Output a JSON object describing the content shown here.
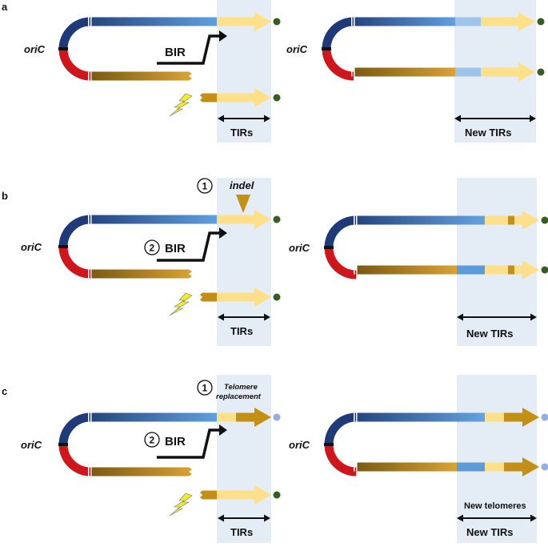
{
  "panels": {
    "a": {
      "letter": "a",
      "oric_left": "oriC",
      "oric_right": "oriC",
      "bir": "BIR",
      "tirs": "TIRs",
      "new_tirs": "New TIRs"
    },
    "b": {
      "letter": "b",
      "oric_left": "oriC",
      "oric_right": "oriC",
      "step1": "1",
      "indel": "indel",
      "step2": "2",
      "bir": "BIR",
      "tirs": "TIRs",
      "new_tirs": "New TIRs"
    },
    "c": {
      "letter": "c",
      "oric_left": "oriC",
      "oric_right": "oriC",
      "step1": "1",
      "telomere_replacement_line1": "Telomere",
      "telomere_replacement_line2": "replacement",
      "step2": "2",
      "bir": "BIR",
      "tirs": "TIRs",
      "new_telomeres": "New telomeres",
      "new_tirs": "New TIRs"
    }
  },
  "colors": {
    "blue_dark": "#1f3a78",
    "blue_light": "#5d9ad8",
    "red": "#d0161b",
    "gold_dark": "#b07c08",
    "gold_light": "#d6a236",
    "pale_yellow": "#ffe08a",
    "tir_shade": "#e4ecf6",
    "telomere_green": "#385d22",
    "telomere_blue": "#94aee0",
    "lightning": "#f2ee22"
  }
}
